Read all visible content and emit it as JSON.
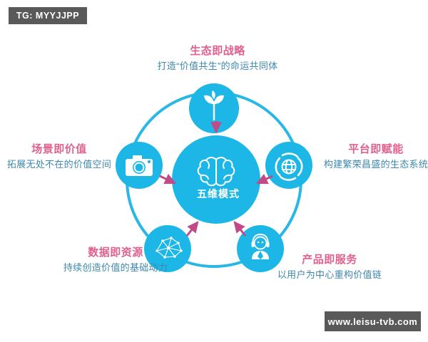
{
  "watermarks": {
    "top_left": "TG: MYYJJPP",
    "bottom_right": "www.leisu-tvb.com"
  },
  "colors": {
    "cyan": "#1cb7e6",
    "cyan_ring": "#29b8e5",
    "arrow_pink": "#c14a87",
    "title_pink": "#e0608e",
    "subtitle_blue": "#3d88ad",
    "watermark_bg": "#595959",
    "background": "#ffffff"
  },
  "center": {
    "label": "五维模式",
    "icon": "brain-icon"
  },
  "nodes": [
    {
      "id": "ecology",
      "position": "top",
      "icon": "sprout-icon",
      "title": "生态即战略",
      "subtitle": "打造“价值共生”的命运共同体"
    },
    {
      "id": "scenario",
      "position": "left",
      "icon": "camera-icon",
      "title": "场景即价值",
      "subtitle": "拓展无处不在的价值空间"
    },
    {
      "id": "platform",
      "position": "right",
      "icon": "globe-network-icon",
      "title": "平台即赋能",
      "subtitle": "构建繁荣昌盛的生态系统"
    },
    {
      "id": "data",
      "position": "bottom-left",
      "icon": "data-mesh-icon",
      "title": "数据即资源",
      "subtitle": "持续创造价值的基础动力"
    },
    {
      "id": "product",
      "position": "bottom-right",
      "icon": "headset-agent-icon",
      "title": "产品即服务",
      "subtitle": "以用户为中心重构价值链"
    }
  ]
}
